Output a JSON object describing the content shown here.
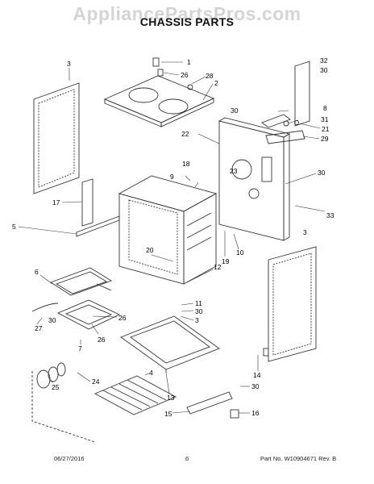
{
  "watermark": "AppliancePartsPros.com",
  "title": "CHASSIS PARTS",
  "footer": {
    "date": "06/27/2016",
    "page": "6",
    "part_info": "Part No. W10904671  Rev. B"
  },
  "callouts": {
    "c1": "1",
    "c26a": "26",
    "c28": "28",
    "c2": "2",
    "c3a": "3",
    "c32": "32",
    "c30a": "30",
    "c30b": "30",
    "c8": "8",
    "c31": "31",
    "c21": "21",
    "c22": "22",
    "c29": "29",
    "c23": "23",
    "c18": "18",
    "c9": "9",
    "c30c": "30",
    "c33": "33",
    "c17": "17",
    "c5": "5",
    "c3b": "3",
    "c20": "20",
    "c19": "19",
    "c10": "10",
    "c12": "12",
    "c6": "6",
    "c11": "11",
    "c30d": "30",
    "c3c": "3",
    "c27": "27",
    "c30e": "30",
    "c26b": "26",
    "c7": "7",
    "c26c": "26",
    "c4": "4",
    "c13": "13",
    "c14": "14",
    "c25": "25",
    "c24": "24",
    "c30f": "30",
    "c15": "15",
    "c16": "16"
  }
}
